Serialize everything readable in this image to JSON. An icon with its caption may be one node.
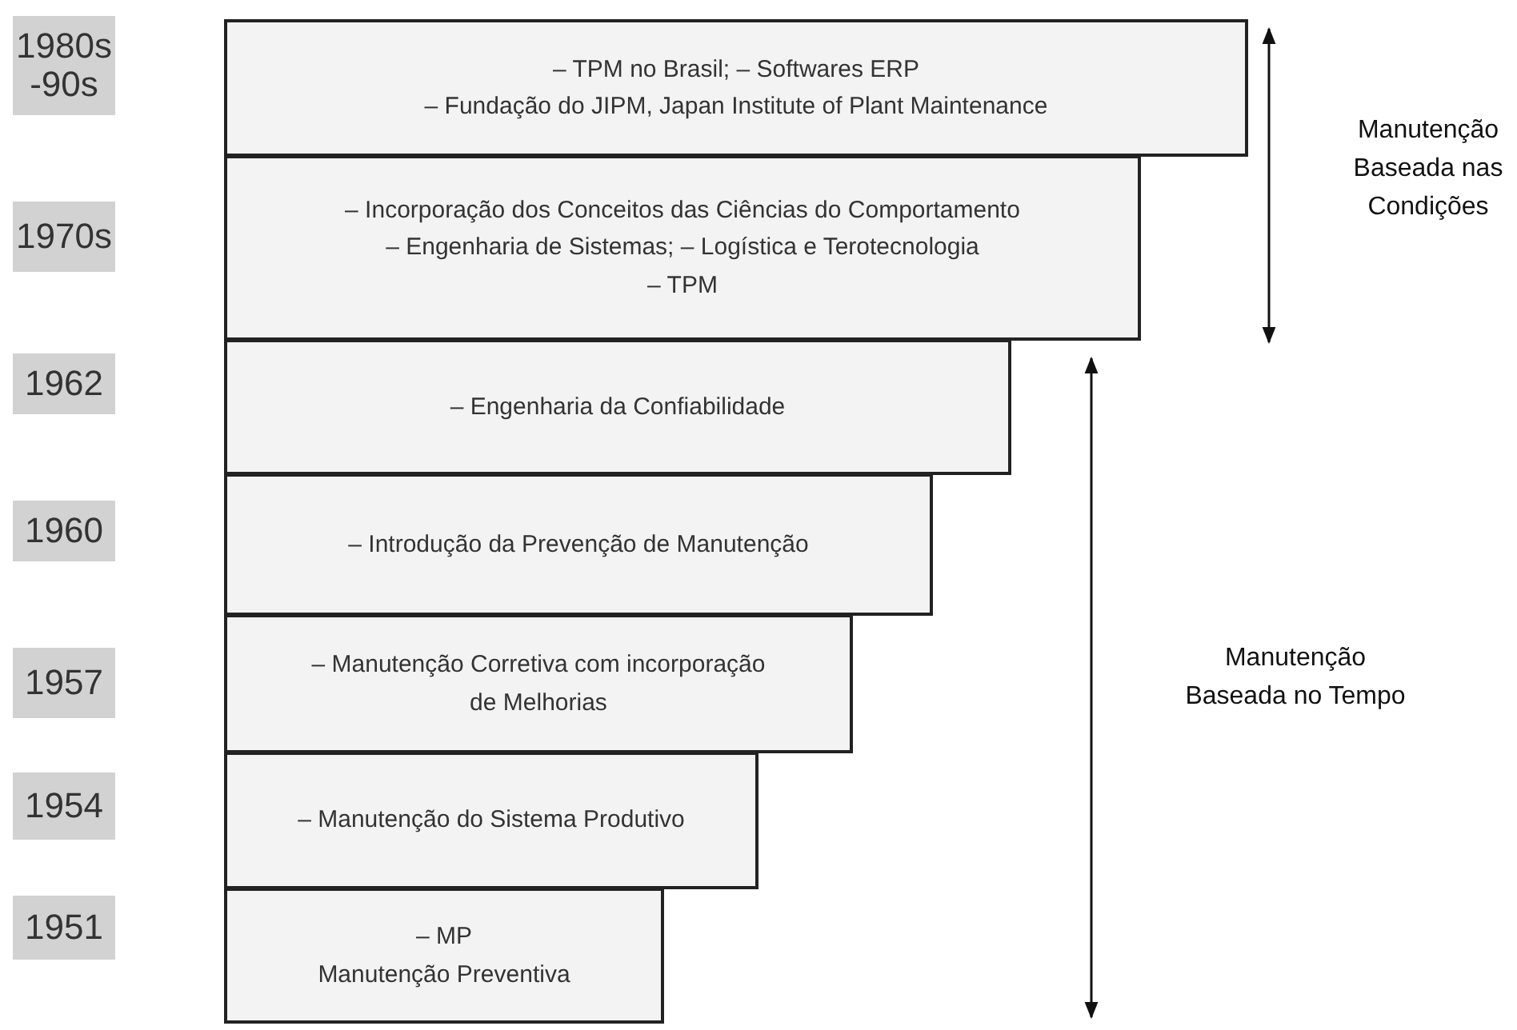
{
  "diagram": {
    "nodes": [
      {
        "text": [
          "1980s -90s"
        ]
      },
      {
        "text": [
          "– TPM no Brasil; – Softwares ERP",
          "– Fundação do JIPM, Japan Institute of Plant Maintenance"
        ]
      },
      {
        "text": [
          "1970s"
        ]
      },
      {
        "text": [
          "– Incorporação dos Conceitos das Ciências do Comportamento",
          "– Engenharia de Sistemas; – Logística e Terotecnologia",
          "– TPM"
        ]
      },
      {
        "text": [
          "1962"
        ]
      },
      {
        "text": [
          "– Engenharia da Confiabilidade"
        ]
      },
      {
        "text": [
          "1960"
        ]
      },
      {
        "text": [
          "– Introdução da Prevenção de Manutenção"
        ]
      },
      {
        "text": [
          "1957"
        ]
      },
      {
        "text": [
          "– Manutenção Corretiva com incorporação de Melhorias"
        ]
      },
      {
        "text": [
          "1954"
        ]
      },
      {
        "text": [
          "– Manutenção do Sistema Produtivo"
        ]
      },
      {
        "text": [
          "1951"
        ]
      },
      {
        "text": [
          "– MP",
          "Manutenção Preventiva"
        ]
      }
    ],
    "edges": [],
    "labels": [
      "Manutenção Baseada nas Condições",
      "Manutenção Baseada no Tempo"
    ]
  }
}
